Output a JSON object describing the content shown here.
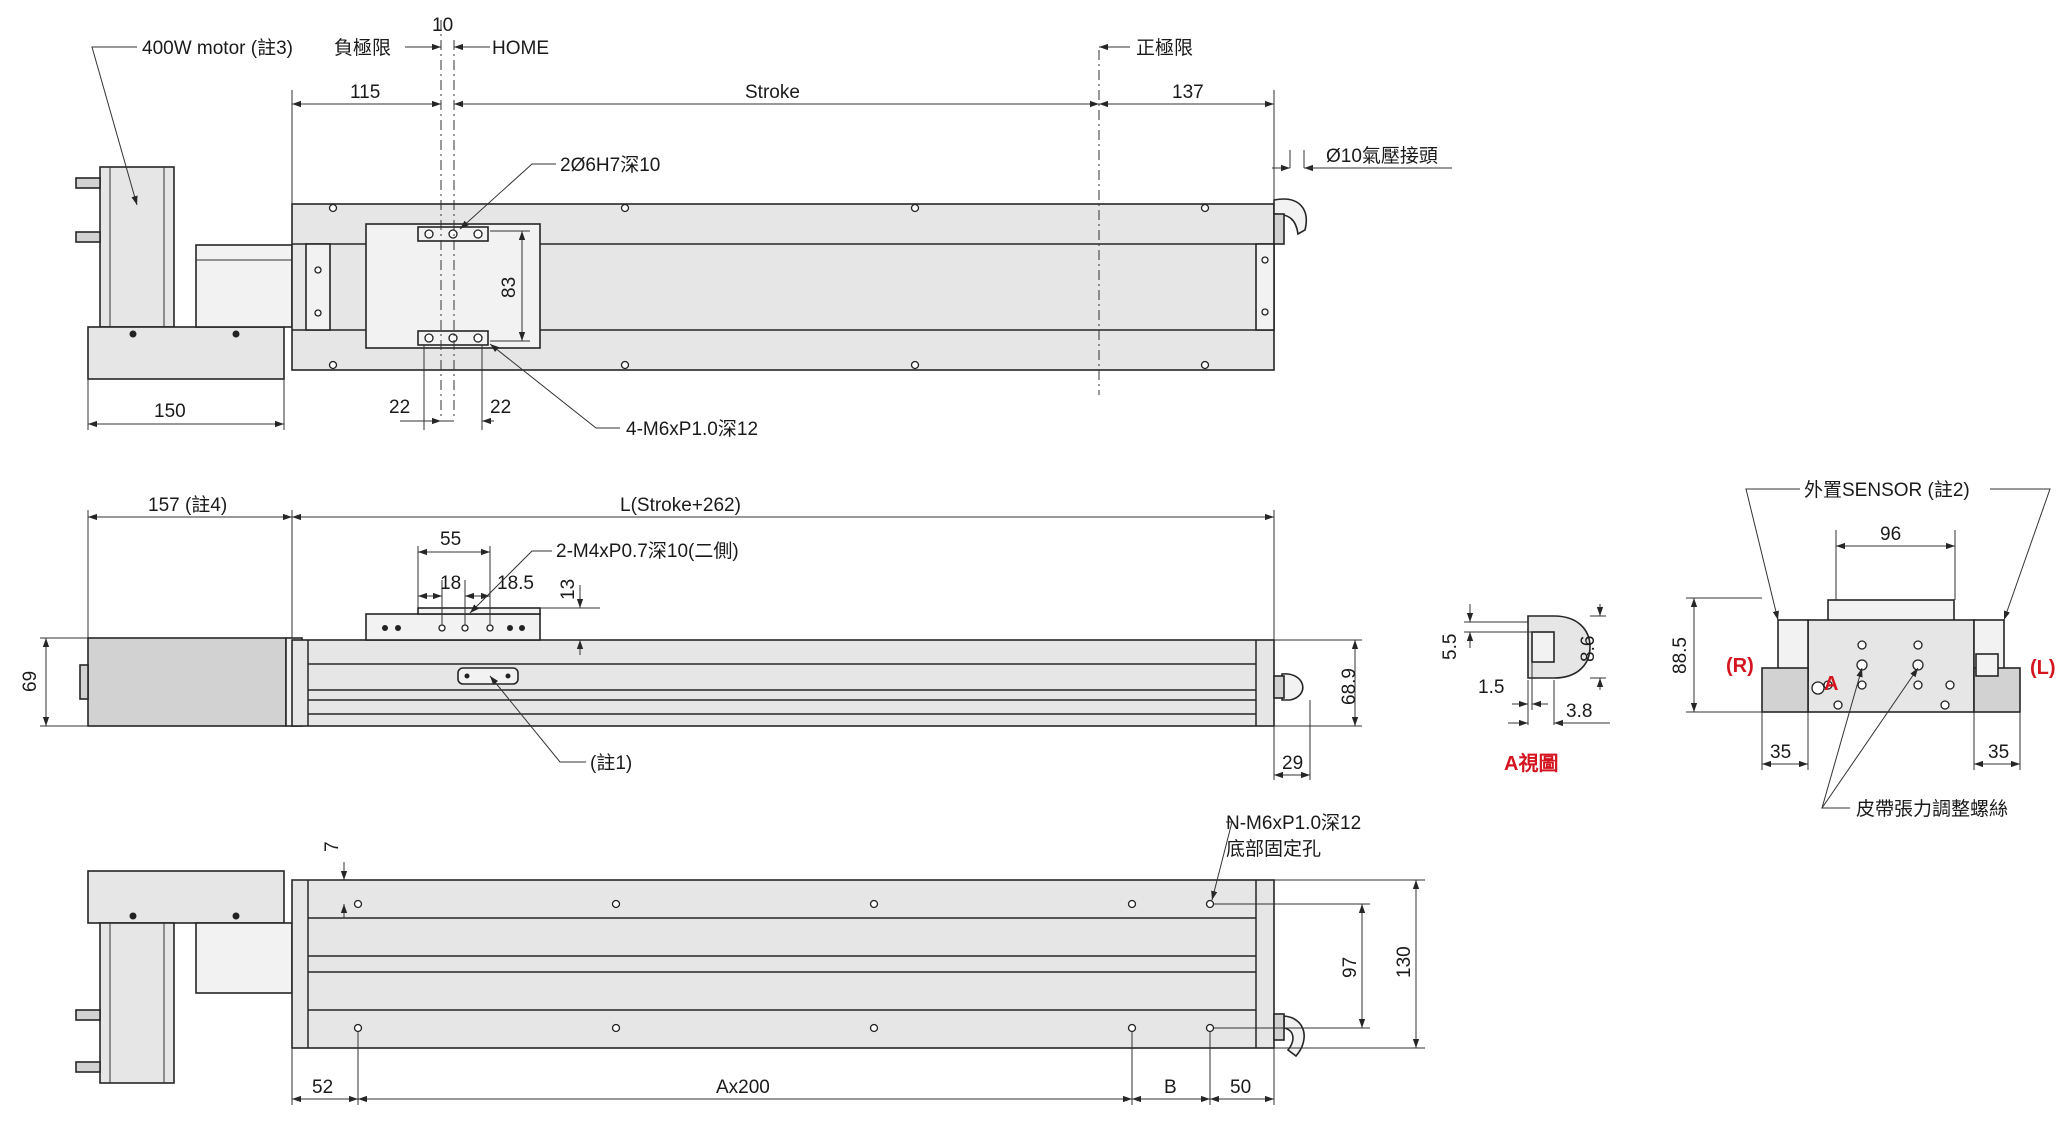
{
  "colors": {
    "line": "#262626",
    "body": "#e6e6e6",
    "accent": "#d4141e",
    "background": "#ffffff"
  },
  "top_view": {
    "motor_note": "400W motor (註3)",
    "neg_limit": "負極限",
    "home_offset": "10",
    "home": "HOME",
    "pos_limit": "正極限",
    "dim_left": "115",
    "stroke": "Stroke",
    "dim_right": "137",
    "air_fitting": "Ø10氣壓接頭",
    "pin_holes": "2Ø6H7深10",
    "dim_83": "83",
    "dim_22_left": "22",
    "dim_22_right": "22",
    "tap_holes": "4-M6xP1.0深12",
    "dim_150": "150"
  },
  "side_view": {
    "dim_157": "157 (註4)",
    "length": "L(Stroke+262)",
    "dim_55": "55",
    "side_taps": "2-M4xP0.7深10(二側)",
    "dim_18": "18",
    "dim_18_5": "18.5",
    "dim_13": "13",
    "dim_69": "69",
    "dim_68_9": "68.9",
    "dim_29": "29",
    "note1": "(註1)"
  },
  "a_view": {
    "dim_5_5": "5.5",
    "dim_8_6": "8.6",
    "dim_1_5": "1.5",
    "dim_3_8": "3.8",
    "title": "A視圖"
  },
  "end_view": {
    "sensor_note": "外置SENSOR (註2)",
    "dim_96": "96",
    "dim_88_5": "88.5",
    "label_r": "(R)",
    "label_l": "(L)",
    "label_a": "A",
    "dim_35_left": "35",
    "dim_35_right": "35",
    "belt_screw": "皮帶張力調整螺絲"
  },
  "bottom_view": {
    "dim_7": "7",
    "mount_holes_line1": "N-M6xP1.0深12",
    "mount_holes_line2": "底部固定孔",
    "dim_97": "97",
    "dim_130": "130",
    "dim_52": "52",
    "pitch": "Ax200",
    "dim_b": "B",
    "dim_50": "50"
  }
}
